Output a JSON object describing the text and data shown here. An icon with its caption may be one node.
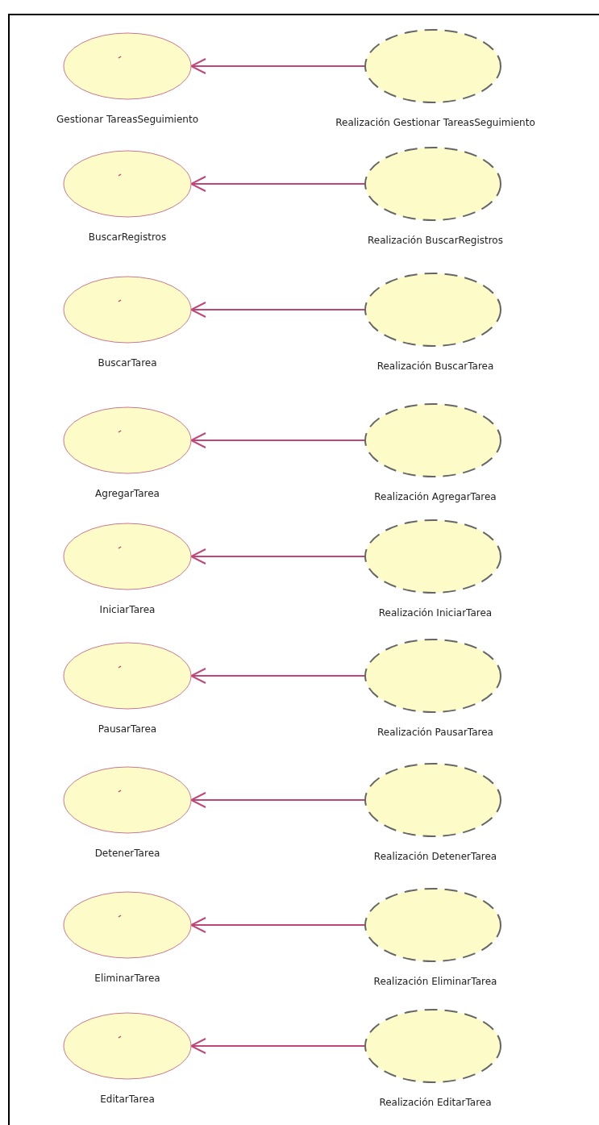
{
  "diagram": {
    "nodes": [
      {
        "text": [
          "Gestionar TareasSeguimiento"
        ]
      },
      {
        "text": [
          "Realización Gestionar TareasSeguimiento"
        ]
      },
      {
        "text": [
          "BuscarRegistros"
        ]
      },
      {
        "text": [
          "Realización BuscarRegistros"
        ]
      },
      {
        "text": [
          "BuscarTarea"
        ]
      },
      {
        "text": [
          "Realización BuscarTarea"
        ]
      },
      {
        "text": [
          "AgregarTarea"
        ]
      },
      {
        "text": [
          "Realización AgregarTarea"
        ]
      },
      {
        "text": [
          "IniciarTarea"
        ]
      },
      {
        "text": [
          "Realización IniciarTarea"
        ]
      },
      {
        "text": [
          "PausarTarea"
        ]
      },
      {
        "text": [
          "Realización PausarTarea"
        ]
      },
      {
        "text": [
          "DetenerTarea"
        ]
      },
      {
        "text": [
          "Realización DetenerTarea"
        ]
      },
      {
        "text": [
          "EliminarTarea"
        ]
      },
      {
        "text": [
          "Realización EliminarTarea"
        ]
      },
      {
        "text": [
          "EditarTarea"
        ]
      },
      {
        "text": [
          "Realización EditarTarea"
        ]
      }
    ],
    "edges": [
      {
        "from": 1,
        "to": 0,
        "arrow": "to"
      },
      {
        "from": 3,
        "to": 2,
        "arrow": "to"
      },
      {
        "from": 5,
        "to": 4,
        "arrow": "to"
      },
      {
        "from": 7,
        "to": 6,
        "arrow": "to"
      },
      {
        "from": 9,
        "to": 8,
        "arrow": "to"
      },
      {
        "from": 11,
        "to": 10,
        "arrow": "to"
      },
      {
        "from": 13,
        "to": 12,
        "arrow": "to"
      },
      {
        "from": 15,
        "to": 14,
        "arrow": "to"
      },
      {
        "from": 17,
        "to": 16,
        "arrow": "to"
      }
    ]
  }
}
